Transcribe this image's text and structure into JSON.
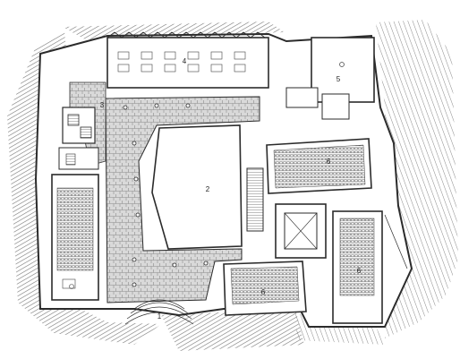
{
  "labels": {
    "entrance": "1",
    "courtyard": "2",
    "stair_lobby": "3",
    "hall_north": "4",
    "room_northeast": "5",
    "auditorium_east": "6",
    "auditorium_southeast": "6",
    "auditorium_south": "6"
  },
  "colors": {
    "wall": "#2b2b2b",
    "hatch": "#6a6a6a",
    "paving": "#9a9a9a",
    "background": "#ffffff"
  }
}
